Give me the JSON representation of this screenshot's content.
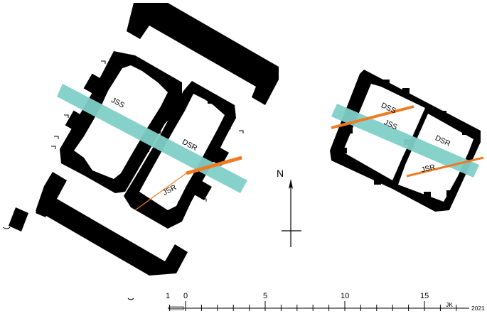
{
  "labels": {
    "big_jss": "JSS",
    "big_dsr": "DSR",
    "big_jsr": "JSR",
    "small_dss": "DSS",
    "small_jss": "JSS",
    "small_dsr": "DSR",
    "small_jsr": "JSR"
  },
  "north": "N",
  "scale": {
    "ticks": [
      "1",
      "0",
      "5",
      "10",
      "15"
    ],
    "initials": "JK",
    "year": "2021"
  },
  "colors": {
    "wall": "#000000",
    "teal_band": "#7fd0c8",
    "orange_line": "#f07a22"
  }
}
